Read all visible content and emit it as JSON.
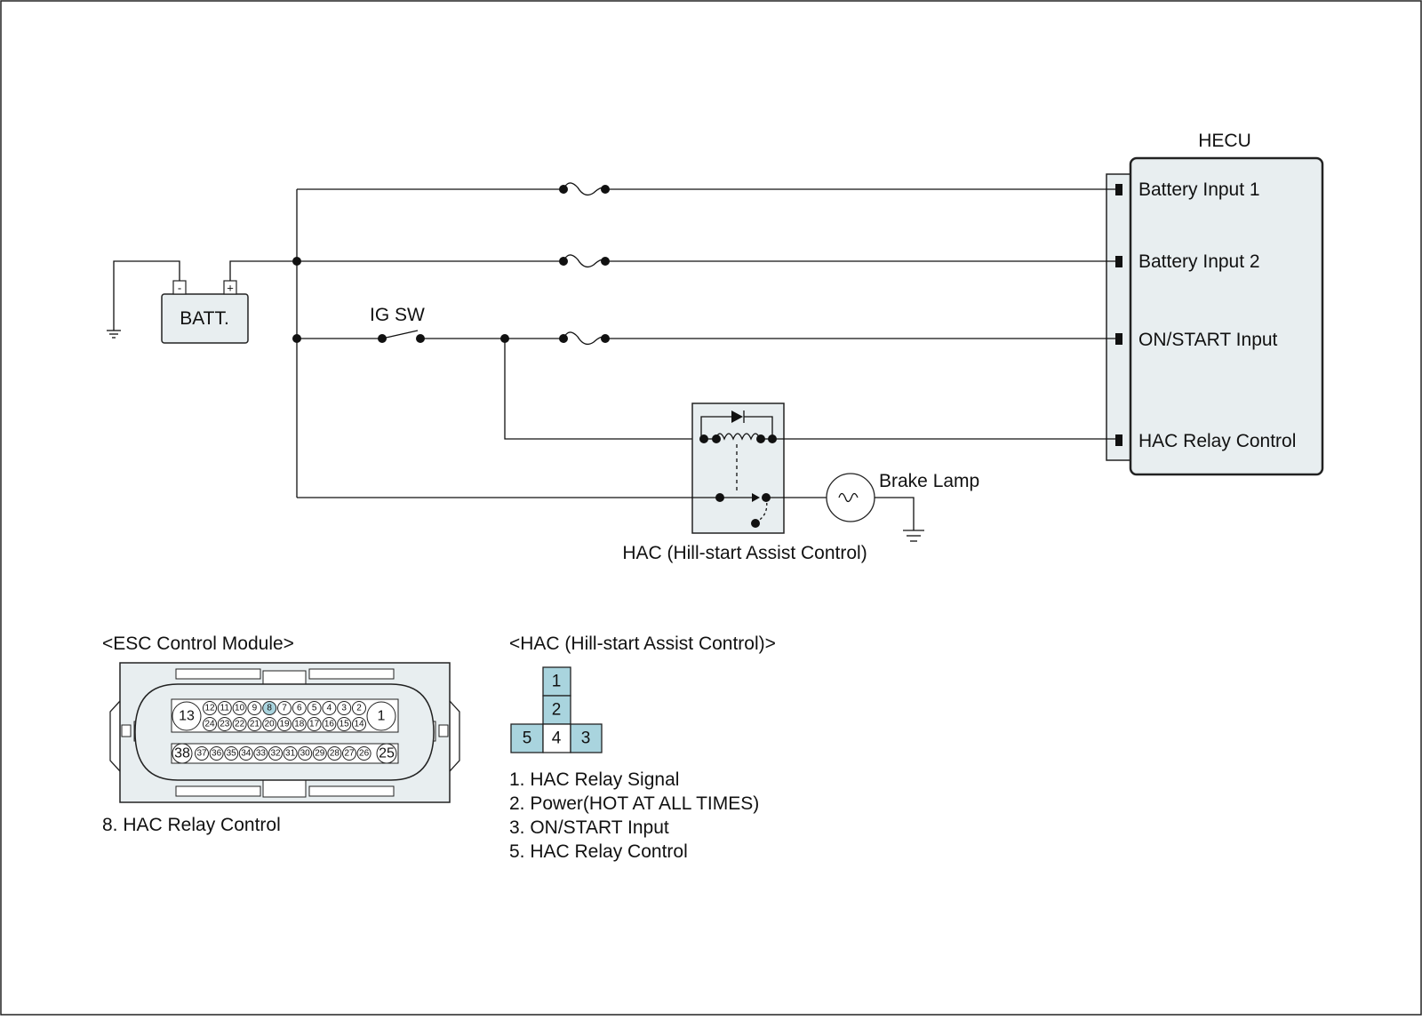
{
  "hecu": {
    "title": "HECU",
    "inputs": [
      "Battery Input 1",
      "Battery Input 2",
      "ON/START Input",
      "HAC Relay Control"
    ]
  },
  "battery": {
    "label": "BATT.",
    "neg": "-",
    "pos": "+"
  },
  "ig_switch": {
    "label": "IG SW"
  },
  "brake_lamp": {
    "label": "Brake Lamp"
  },
  "hac_relay": {
    "label": "HAC (Hill-start Assist Control)"
  },
  "esc_connector": {
    "title": "<ESC Control Module>",
    "row1_left": "13",
    "row1_pins": [
      "12",
      "11",
      "10",
      "9",
      "8",
      "7",
      "6",
      "5",
      "4",
      "3",
      "2"
    ],
    "row1_right": "1",
    "row2_pins": [
      "24",
      "23",
      "22",
      "21",
      "20",
      "19",
      "18",
      "17",
      "16",
      "15",
      "14"
    ],
    "row3_left": "38",
    "row3_pins": [
      "37",
      "36",
      "35",
      "34",
      "33",
      "32",
      "31",
      "30",
      "29",
      "28",
      "27",
      "26"
    ],
    "row3_right": "25",
    "highlight_pin": "8",
    "note": "8. HAC Relay Control"
  },
  "hac_connector": {
    "title": "<HAC (Hill-start Assist Control)>",
    "pins": [
      "1",
      "2",
      "5",
      "4",
      "3"
    ],
    "notes": [
      "1. HAC Relay Signal",
      "2. Power(HOT AT ALL TIMES)",
      "3. ON/START Input",
      "5. HAC Relay Control"
    ]
  },
  "colors": {
    "module_fill": "#e8eef0",
    "pin_highlight": "#a9d4de",
    "line": "#111111"
  }
}
